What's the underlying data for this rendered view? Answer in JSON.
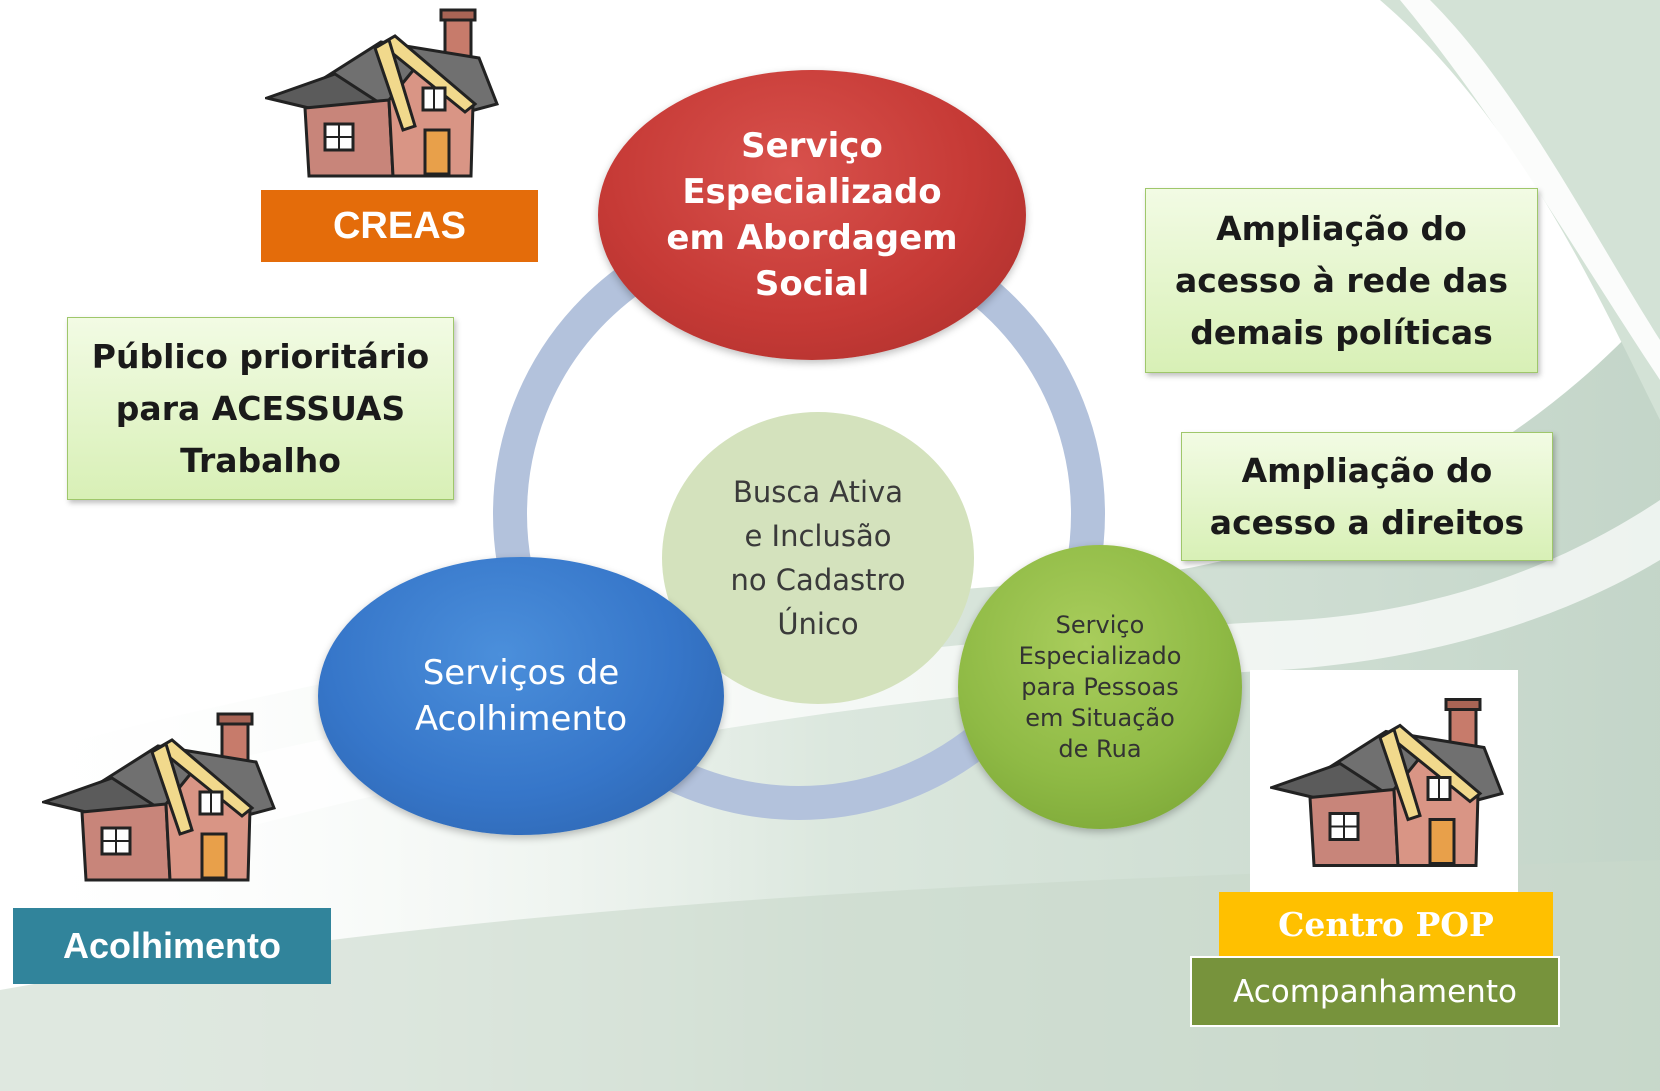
{
  "center_node": {
    "lines": [
      "Busca Ativa",
      "e Inclusão",
      "no Cadastro",
      "Único"
    ]
  },
  "top_node": {
    "lines": [
      "Serviço",
      "Especializado",
      "em Abordagem",
      "Social"
    ],
    "color": "#c63a36"
  },
  "left_node": {
    "lines": [
      "Serviços de",
      "Acolhimento"
    ],
    "color": "#3676c9"
  },
  "right_node": {
    "lines": [
      "Serviço",
      "Especializado",
      "para Pessoas",
      "em Situação",
      "de Rua"
    ],
    "color": "#8fba45"
  },
  "notes": {
    "publico": {
      "lines": [
        "Público prioritário",
        "para ACESSUAS",
        "Trabalho"
      ]
    },
    "ampliacao_rede": {
      "lines": [
        "Ampliação do",
        "acesso à rede das",
        "demais políticas"
      ]
    },
    "ampliacao_direitos": {
      "lines": [
        "Ampliação do",
        "acesso a direitos"
      ]
    }
  },
  "labels": {
    "creas": "CREAS",
    "acolhimento": "Acolhimento",
    "centro_pop": "Centro POP",
    "acompanhamento": "Acompanhamento"
  },
  "colors": {
    "ring": "#b3c2dc",
    "creas": "#e46c0a",
    "acolhimento": "#31849b",
    "centro_pop": "#ffc000",
    "acompanhamento": "#77933c",
    "note_fill": "#d8f0b6"
  },
  "icons": [
    "house-icon-creas",
    "house-icon-acolhimento",
    "house-icon-centro-pop"
  ]
}
